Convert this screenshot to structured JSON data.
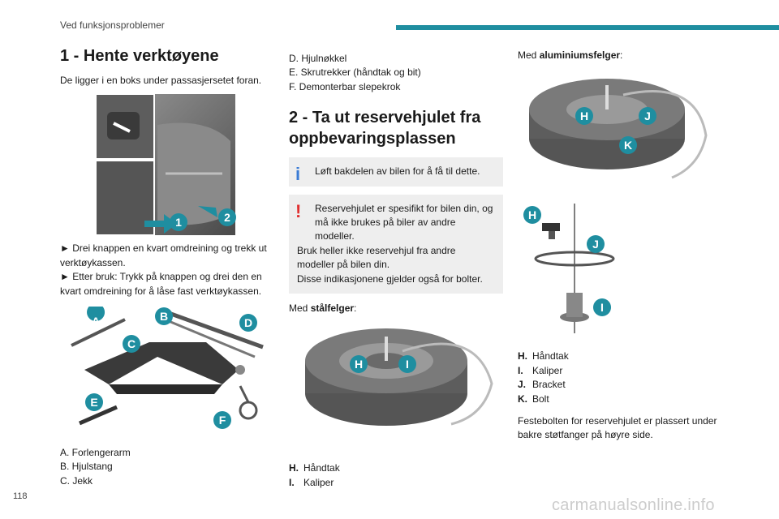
{
  "header": {
    "section": "Ved funksjonsproblemer",
    "accent": "#1f8ea0"
  },
  "page_number": "118",
  "watermark": "carmanualsonline.info",
  "col1": {
    "heading": "1 - Hente verktøyene",
    "intro": "De ligger i en boks under passasjersetet foran.",
    "fig1_badges": [
      "1",
      "2"
    ],
    "steps": [
      "► Drei knappen en kvart omdreining og trekk ut verktøykassen.",
      "► Etter bruk: Trykk på knappen og drei den en kvart omdreining for å låse fast verktøykassen."
    ],
    "fig2_badges": [
      "A",
      "B",
      "C",
      "D",
      "E",
      "F"
    ],
    "legend": [
      "A.  Forlengerarm",
      "B.  Hjulstang",
      "C.  Jekk"
    ]
  },
  "col2": {
    "legend": [
      "D.  Hjulnøkkel",
      "E.  Skrutrekker (håndtak og bit)",
      "F.  Demonterbar slepekrok"
    ],
    "heading": "2 - Ta ut reservehjulet fra oppbevaringsplassen",
    "info": "Løft bakdelen av bilen for å få til dette.",
    "info_icon": "i",
    "warning_first": "Reservehjulet er spesifikt for bilen din, og må ikke brukes på biler av andre modeller.",
    "warning_rest": "Bruk heller ikke reservehjul fra andre modeller på bilen din.\nDisse indikasjonene gjelder også for bolter.",
    "warning_icon": "!",
    "steel_prefix": "Med ",
    "steel_bold": "stålfelger",
    "steel_suffix": ":",
    "fig_badges": [
      "H",
      "I"
    ],
    "legend2": [
      {
        "key": "H.",
        "text": "Håndtak"
      },
      {
        "key": "I.",
        "text": "Kaliper"
      }
    ]
  },
  "col3": {
    "alu_prefix": "Med ",
    "alu_bold": "aluminiumsfelger",
    "alu_suffix": ":",
    "fig1_badges": [
      "H",
      "J",
      "K"
    ],
    "fig2_badges": [
      "H",
      "J",
      "I"
    ],
    "legend": [
      {
        "key": "H.",
        "text": "Håndtak"
      },
      {
        "key": "I.",
        "text": "Kaliper"
      },
      {
        "key": "J.",
        "text": "Bracket"
      },
      {
        "key": "K.",
        "text": "Bolt"
      }
    ],
    "note": "Festebolten for reservehjulet er plassert under bakre støtfanger på høyre side."
  },
  "colors": {
    "badge": "#1f8ea0",
    "info": "#3a7bd5",
    "warning": "#e03030"
  }
}
